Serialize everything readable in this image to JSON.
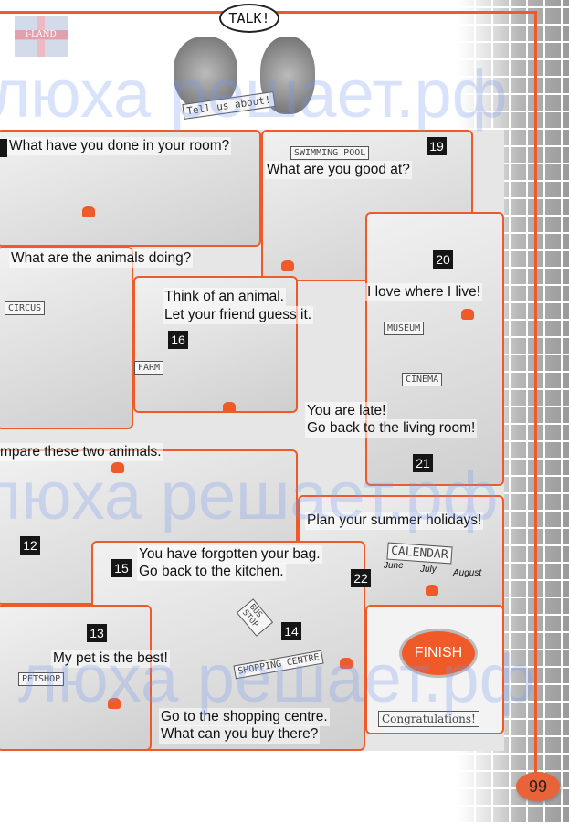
{
  "header": {
    "logo_text": "i-LAND",
    "talk_sign": "TALK!",
    "tell_sign": "Tell us about!"
  },
  "squares": [
    {
      "number": "",
      "text": "What have you done in your room?"
    },
    {
      "number": "19",
      "text": "What are you good at?"
    },
    {
      "number": "",
      "text": "What are the animals doing?"
    },
    {
      "number": "20",
      "text": "I love where I live!"
    },
    {
      "number": "16",
      "line1": "Think of an animal.",
      "line2": "Let your friend guess it."
    },
    {
      "number": "21",
      "line1": "You are late!",
      "line2": "Go back to the living room!"
    },
    {
      "number": "",
      "text": "mpare these two animals."
    },
    {
      "number": "22",
      "text": "Plan your summer holidays!"
    },
    {
      "number": "12"
    },
    {
      "number": "15",
      "line1": "You have forgotten your bag.",
      "line2": "Go back to the kitchen."
    },
    {
      "number": "13",
      "text": "My pet is the best!"
    },
    {
      "number": "14",
      "line1": "Go to the shopping centre.",
      "line2": "What can you buy there?"
    }
  ],
  "signs": {
    "pool": "SWIMMING POOL",
    "circus": "CIRCUS",
    "farm": "FARM",
    "museum": "MUSEUM",
    "cinema": "CINEMA",
    "calendar": "CALENDAR",
    "june": "June",
    "july": "July",
    "august": "August",
    "bus": "BUS STOP",
    "shopping": "SHOPPING CENTRE",
    "petshop": "PETSHOP"
  },
  "finish": {
    "label": "FINISH",
    "congrats": "Congratulations!"
  },
  "page_number": "99",
  "watermark": "люха решает.рф",
  "colors": {
    "accent": "#f05a28"
  }
}
